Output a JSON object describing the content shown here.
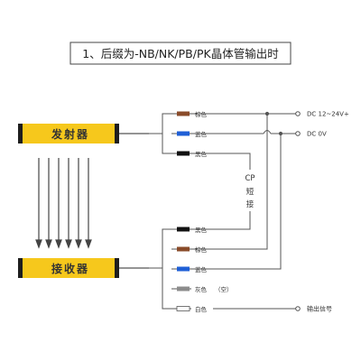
{
  "title": "1、后缀为-NB/NK/PB/PK晶体管输出时",
  "emitter": {
    "label": "发射器"
  },
  "receiver": {
    "label": "接收器"
  },
  "emitter_wires": [
    {
      "label": "棕色",
      "color": "#8a4b2a"
    },
    {
      "label": "蓝色",
      "color": "#1f5fd6"
    },
    {
      "label": "黑色",
      "color": "#111111"
    }
  ],
  "receiver_wires": [
    {
      "label": "黑色",
      "color": "#111111"
    },
    {
      "label": "棕色",
      "color": "#8a4b2a"
    },
    {
      "label": "蓝色",
      "color": "#1f5fd6"
    },
    {
      "label": "灰色",
      "color": "#8c8c8c"
    },
    {
      "label": "白色",
      "color": "#ffffff"
    }
  ],
  "gray_note": "（空）",
  "cp": {
    "top": "CP",
    "line1": "短",
    "line2": "接"
  },
  "dc_positive": "DC 12~24V+",
  "dc_zero": "DC 0V",
  "output_signal": "输出信号",
  "colors": {
    "device_yellow": "#f6c81c",
    "device_dark": "#1e1e1e",
    "line": "#555555"
  }
}
